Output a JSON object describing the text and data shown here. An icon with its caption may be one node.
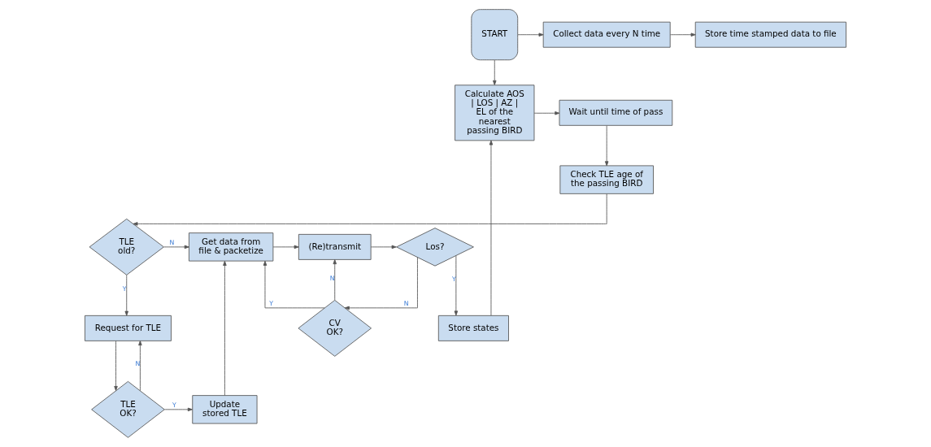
{
  "diagram": {
    "nodes": [
      {
        "text": [
          "START"
        ]
      },
      {
        "text": [
          "Collect data every N time"
        ]
      },
      {
        "text": [
          "Store time stamped data to file"
        ]
      },
      {
        "text": [
          "Calculate AOS | LOS | AZ | EL of the nearest passing BIRD"
        ]
      },
      {
        "text": [
          "Wait until time of pass"
        ]
      },
      {
        "text": [
          "Check TLE age of the passing BIRD"
        ]
      },
      {
        "text": [
          "TLE old?"
        ]
      },
      {
        "text": [
          "Get data from file & packetize"
        ]
      },
      {
        "text": [
          "(Re)transmit"
        ]
      },
      {
        "text": [
          "Los?"
        ]
      },
      {
        "text": [
          "CV OK?"
        ]
      },
      {
        "text": [
          "Request for TLE"
        ]
      },
      {
        "text": [
          "TLE OK?"
        ]
      },
      {
        "text": [
          "Update stored TLE"
        ]
      },
      {
        "text": [
          "Store states"
        ]
      }
    ],
    "edges": [
      {
        "from": 0,
        "to": 1,
        "arrow": "to"
      },
      {
        "from": 0,
        "to": 3,
        "arrow": "to"
      },
      {
        "from": 1,
        "to": 2,
        "arrow": "to"
      },
      {
        "from": 3,
        "to": 4,
        "arrow": "to"
      },
      {
        "from": 4,
        "to": 5,
        "arrow": "to"
      },
      {
        "from": 5,
        "to": 6,
        "arrow": "to"
      },
      {
        "from": 6,
        "to": 7,
        "arrow": "to",
        "label": "N"
      },
      {
        "from": 6,
        "to": 11,
        "arrow": "to",
        "label": "Y"
      },
      {
        "from": 11,
        "to": 12,
        "arrow": "to"
      },
      {
        "from": 12,
        "to": 11,
        "arrow": "to",
        "label": "N"
      },
      {
        "from": 12,
        "to": 13,
        "arrow": "to",
        "label": "Y"
      },
      {
        "from": 13,
        "to": 7,
        "arrow": "to"
      },
      {
        "from": 7,
        "to": 8,
        "arrow": "to"
      },
      {
        "from": 8,
        "to": 9,
        "arrow": "to"
      },
      {
        "from": 9,
        "to": 10,
        "arrow": "to",
        "label": "N"
      },
      {
        "from": 10,
        "to": 8,
        "arrow": "to",
        "label": "N"
      },
      {
        "from": 10,
        "to": 7,
        "arrow": "to",
        "label": "Y"
      },
      {
        "from": 9,
        "to": 14,
        "arrow": "to",
        "label": "Y"
      },
      {
        "from": 14,
        "to": 3,
        "arrow": "to"
      }
    ]
  }
}
